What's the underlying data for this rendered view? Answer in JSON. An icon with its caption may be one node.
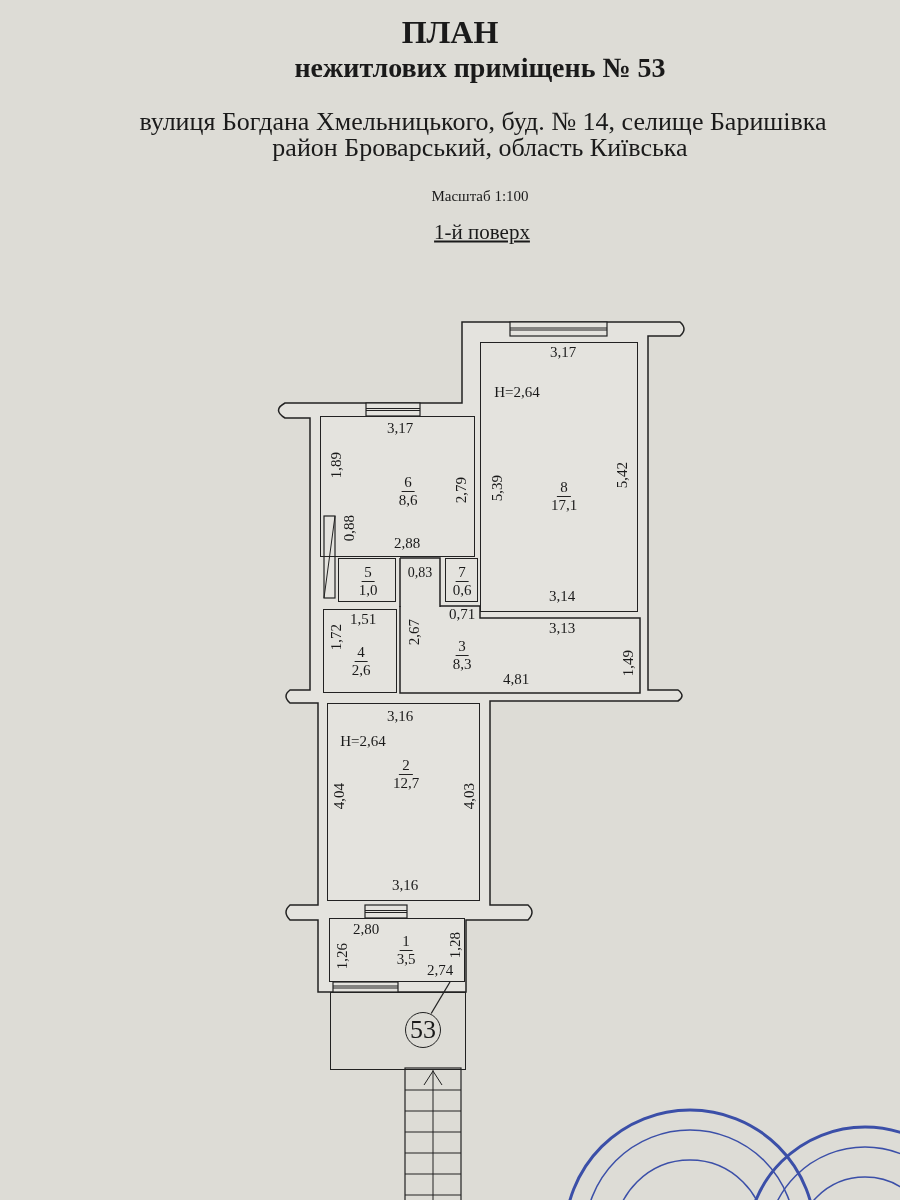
{
  "diagram": {
    "title": "ПЛАН",
    "nodes": [
      {
        "text": [
          "8",
          "17,1"
        ]
      },
      {
        "text": [
          "6",
          "8,6"
        ]
      },
      {
        "text": [
          "5",
          "1,0"
        ]
      },
      {
        "text": [
          "7",
          "0,6"
        ]
      },
      {
        "text": [
          "4",
          "2,6"
        ]
      },
      {
        "text": [
          "3",
          "8,3"
        ]
      },
      {
        "text": [
          "2",
          "12,7"
        ]
      },
      {
        "text": [
          "1",
          "3,5"
        ]
      },
      {
        "text": [],
        "shape": "box"
      },
      {
        "text": [
          "53"
        ],
        "in": 8
      }
    ],
    "edges": [
      {
        "from": 9,
        "to": 7,
        "arrow": "none"
      }
    ],
    "labels": [
      "нежитлових приміщень № 53",
      "вулиця Богдана Хмельницького, буд. № 14, селище Баришівка",
      "район Броварський, область Київська",
      "Масштаб 1:100",
      "1-й поверх",
      "3,17",
      "H=2,64",
      "3,17",
      "1,89",
      "2,79",
      "5,39",
      "5,42",
      "0,88",
      "2,88",
      "0,83",
      "3,14",
      "0,71",
      "3,13",
      "1,51",
      "1,72",
      "2,67",
      "1,49",
      "4,81",
      "3,16",
      "H=2,64",
      "4,04",
      "4,03",
      "3,16",
      "2,80",
      "1,26",
      "1,28",
      "2,74"
    ]
  }
}
